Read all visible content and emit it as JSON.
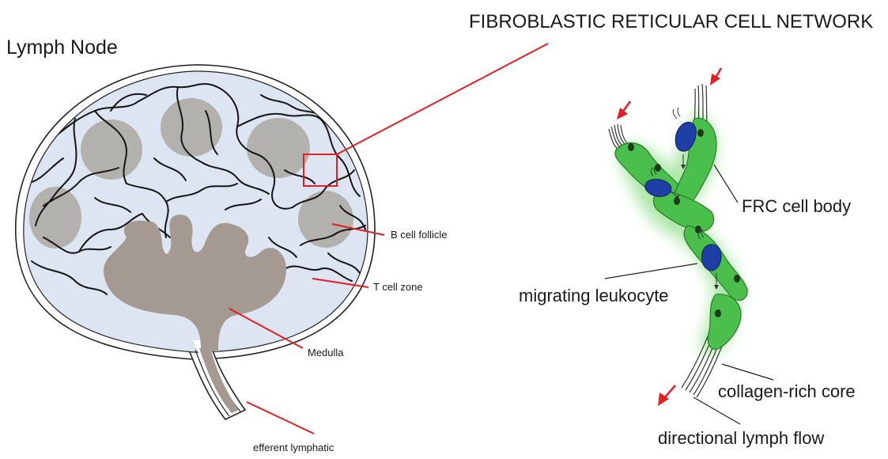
{
  "left_panel": {
    "title": "Lymph Node",
    "labels": {
      "b_cell_follicle": "B cell follicle",
      "t_cell_zone": "T cell zone",
      "medulla": "Medulla",
      "efferent_lymphatic": "efferent lymphatic"
    }
  },
  "right_panel": {
    "title": "FIBROBLASTIC RETICULAR CELL NETWORK",
    "labels": {
      "frc_cell_body": "FRC cell body",
      "migrating_leukocyte": "migrating leukocyte",
      "collagen_core": "collagen-rich core",
      "lymph_flow": "directional lymph flow"
    }
  },
  "colors": {
    "node_fill": "#dde4f2",
    "follicle": "#b3b1ad",
    "medulla": "#a49a92",
    "network": "#151515",
    "callout": "#e31f26",
    "frc_green": "#4bbf4b",
    "frc_glow": "#9fe39a",
    "leukocyte": "#1f3fa6",
    "nucleus": "#1d3a1d"
  }
}
